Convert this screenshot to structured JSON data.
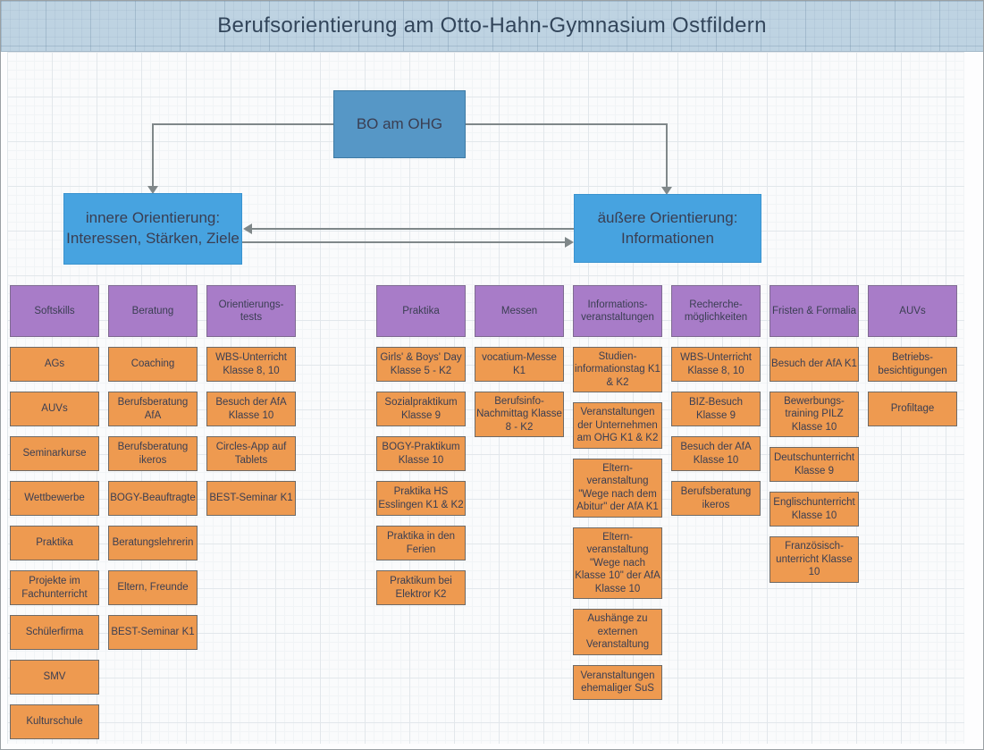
{
  "title": "Berufsorientierung am Otto-Hahn-Gymnasium Ostfildern",
  "root": {
    "label": "BO am OHG"
  },
  "branches": [
    {
      "label": "innere Orientierung: Interessen, Stärken, Ziele"
    },
    {
      "label": "äußere Orientierung: Informationen"
    }
  ],
  "columns": [
    {
      "header": "Softskills",
      "items": [
        "AGs",
        "AUVs",
        "Seminarkurse",
        "Wettbewerbe",
        "Praktika",
        "Projekte im Fachunterricht",
        "Schülerfirma",
        "SMV",
        "Kulturschule"
      ]
    },
    {
      "header": "Beratung",
      "items": [
        "Coaching",
        "Berufsberatung AfA",
        "Berufsberatung ikeros",
        "BOGY-Beauftragte",
        "Beratungslehrerin",
        "Eltern, Freunde",
        "BEST-Seminar K1"
      ]
    },
    {
      "header": "Orientierungs-tests",
      "items": [
        "WBS-Unterricht Klasse 8, 10",
        "Besuch der AfA Klasse 10",
        "Circles-App auf Tablets",
        "BEST-Seminar K1"
      ]
    },
    {
      "header": "Praktika",
      "items": [
        "Girls' & Boys' Day Klasse 5 - K2",
        "Sozialpraktikum Klasse 9",
        "BOGY-Praktikum Klasse 10",
        "Praktika HS Esslingen K1 & K2",
        "Praktika in den Ferien",
        "Praktikum bei Elektror K2"
      ]
    },
    {
      "header": "Messen",
      "items": [
        "vocatium-Messe K1",
        "Berufsinfo-Nachmittag Klasse 8 - K2"
      ]
    },
    {
      "header": "Informations-veranstaltungen",
      "items": [
        "Studien-informationstag K1 & K2",
        "Veranstaltungen der Unternehmen am OHG K1 & K2",
        "Eltern-veranstaltung \"Wege nach dem Abitur\" der AfA K1",
        "Eltern-veranstaltung \"Wege nach Klasse 10\" der AfA Klasse 10",
        "Aushänge zu externen Veranstaltung",
        "Veranstaltungen ehemaliger SuS"
      ]
    },
    {
      "header": "Recherche-möglichkeiten",
      "items": [
        "WBS-Unterricht Klasse 8, 10",
        "BIZ-Besuch Klasse 9",
        "Besuch der AfA Klasse 10",
        "Berufsberatung ikeros"
      ]
    },
    {
      "header": "Fristen & Formalia",
      "items": [
        "Besuch der AfA K1",
        "Bewerbungs-training PILZ Klasse 10",
        "Deutschunterricht Klasse 9",
        "Englischunterricht Klasse 10",
        "Französisch-unterricht Klasse 10"
      ]
    },
    {
      "header": "AUVs",
      "items": [
        "Betriebs-besichtigungen",
        "Profiltage"
      ]
    }
  ],
  "colors": {
    "title_bar": "#bed3e2",
    "root_fill": "#5697c6",
    "branch_fill": "#47a3e0",
    "header_fill": "#a87cc8",
    "item_fill": "#ee9a50",
    "connector": "#7f8789",
    "text": "#3a3e52"
  }
}
